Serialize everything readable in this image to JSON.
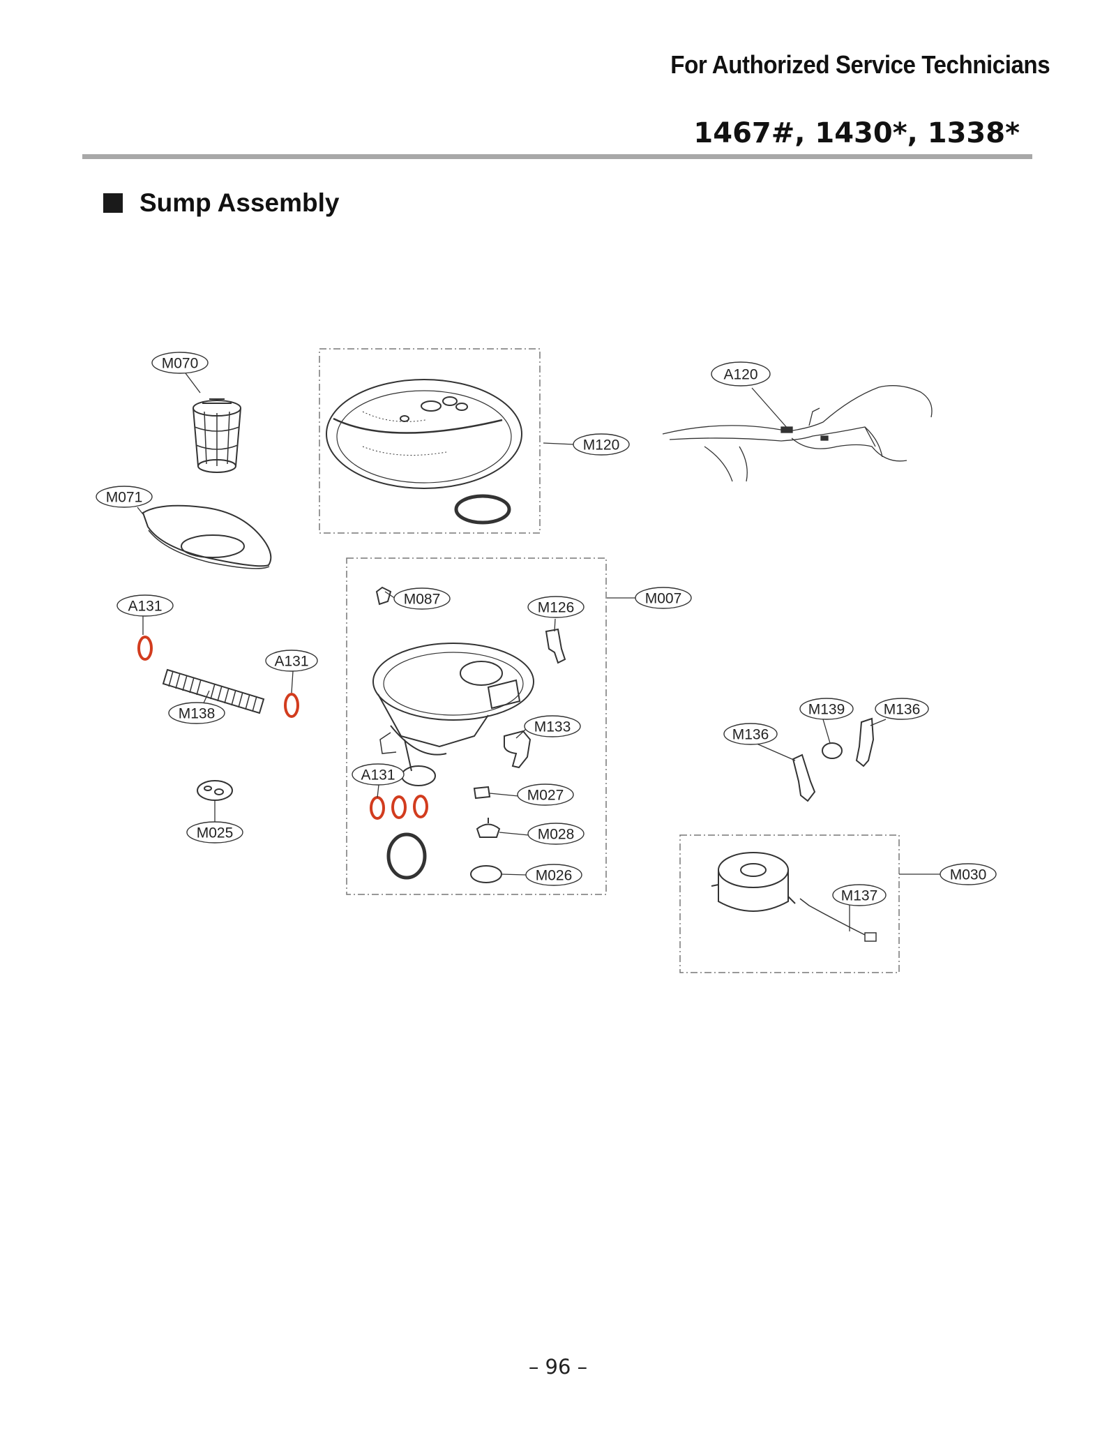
{
  "header": {
    "audience": "For Authorized Service Technicians",
    "models": "1467#, 1430*, 1338*"
  },
  "section": {
    "title": "Sump Assembly"
  },
  "callouts": [
    {
      "id": "c-m070",
      "label": "M070"
    },
    {
      "id": "c-m071",
      "label": "M071"
    },
    {
      "id": "c-a131-a",
      "label": "A131"
    },
    {
      "id": "c-a131-b",
      "label": "A131"
    },
    {
      "id": "c-m138",
      "label": "M138"
    },
    {
      "id": "c-m025",
      "label": "M025"
    },
    {
      "id": "c-m120",
      "label": "M120"
    },
    {
      "id": "c-a120",
      "label": "A120"
    },
    {
      "id": "c-m007",
      "label": "M007"
    },
    {
      "id": "c-m087",
      "label": "M087"
    },
    {
      "id": "c-m126",
      "label": "M126"
    },
    {
      "id": "c-m133",
      "label": "M133"
    },
    {
      "id": "c-a131-c",
      "label": "A131"
    },
    {
      "id": "c-m027",
      "label": "M027"
    },
    {
      "id": "c-m028",
      "label": "M028"
    },
    {
      "id": "c-m026",
      "label": "M026"
    },
    {
      "id": "c-m139",
      "label": "M139"
    },
    {
      "id": "c-m136-a",
      "label": "M136"
    },
    {
      "id": "c-m136-b",
      "label": "M136"
    },
    {
      "id": "c-m030",
      "label": "M030"
    },
    {
      "id": "c-m137",
      "label": "M137"
    }
  ],
  "colors": {
    "oring": "#d23c1e",
    "line": "#333333",
    "rule": "#a8a8a8"
  },
  "footer": {
    "page_number": "– 96 –"
  }
}
